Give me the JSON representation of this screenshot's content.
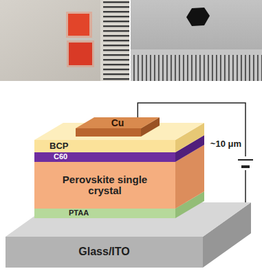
{
  "diagram": {
    "nodes": [
      {
        "text": [
          "Cu"
        ]
      },
      {
        "text": [
          "BCP"
        ]
      },
      {
        "text": [
          "C60"
        ]
      },
      {
        "text": [
          "Perovskite single crystal"
        ]
      },
      {
        "text": [
          "PTAA"
        ]
      },
      {
        "text": [
          "Glass/ITO"
        ]
      }
    ],
    "edges": [
      {
        "from": 0,
        "to": 5,
        "arrow": "none"
      }
    ],
    "labels": [
      "~10 μm"
    ]
  }
}
